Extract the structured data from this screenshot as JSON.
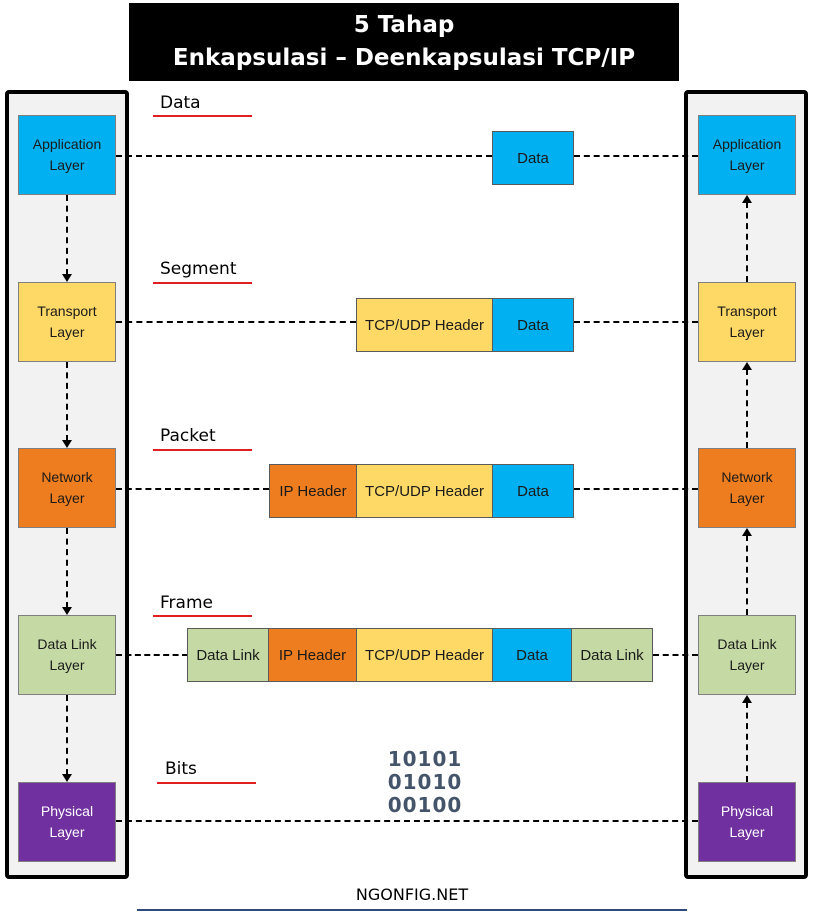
{
  "title": {
    "line1": "5 Tahap",
    "line2": "Enkapsulasi – Deenkapsulasi TCP/IP"
  },
  "layers": [
    {
      "line1": "Application",
      "line2": "Layer",
      "color": "#00b0f0"
    },
    {
      "line1": "Transport",
      "line2": "Layer",
      "color": "#ffd966"
    },
    {
      "line1": "Network",
      "line2": "Layer",
      "color": "#ed7d1f"
    },
    {
      "line1": "Data Link",
      "line2": "Layer",
      "color": "#c5d9a4"
    },
    {
      "line1": "Physical",
      "line2": "Layer",
      "color": "#7030a0"
    }
  ],
  "pdu_labels": [
    "Data",
    "Segment",
    "Packet",
    "Frame",
    "Bits"
  ],
  "pdus": {
    "data": {
      "data": "Data"
    },
    "segment": {
      "tcp_udp_header": "TCP/UDP Header",
      "data": "Data"
    },
    "packet": {
      "ip_header": "IP Header",
      "tcp_udp_header": "TCP/UDP Header",
      "data": "Data"
    },
    "frame": {
      "data_link_header": "Data Link",
      "ip_header": "IP Header",
      "tcp_udp_header": "TCP/UDP Header",
      "data": "Data",
      "data_link_trailer": "Data Link"
    }
  },
  "bits": [
    "10101",
    "01010",
    "00100"
  ],
  "colors": {
    "data": "#00b0f0",
    "tcp_udp_header": "#ffd966",
    "ip_header": "#ed7d1f",
    "data_link": "#c5d9a4",
    "physical": "#7030a0",
    "label_underline": "#e02020"
  },
  "footer": "NGONFIG.NET"
}
